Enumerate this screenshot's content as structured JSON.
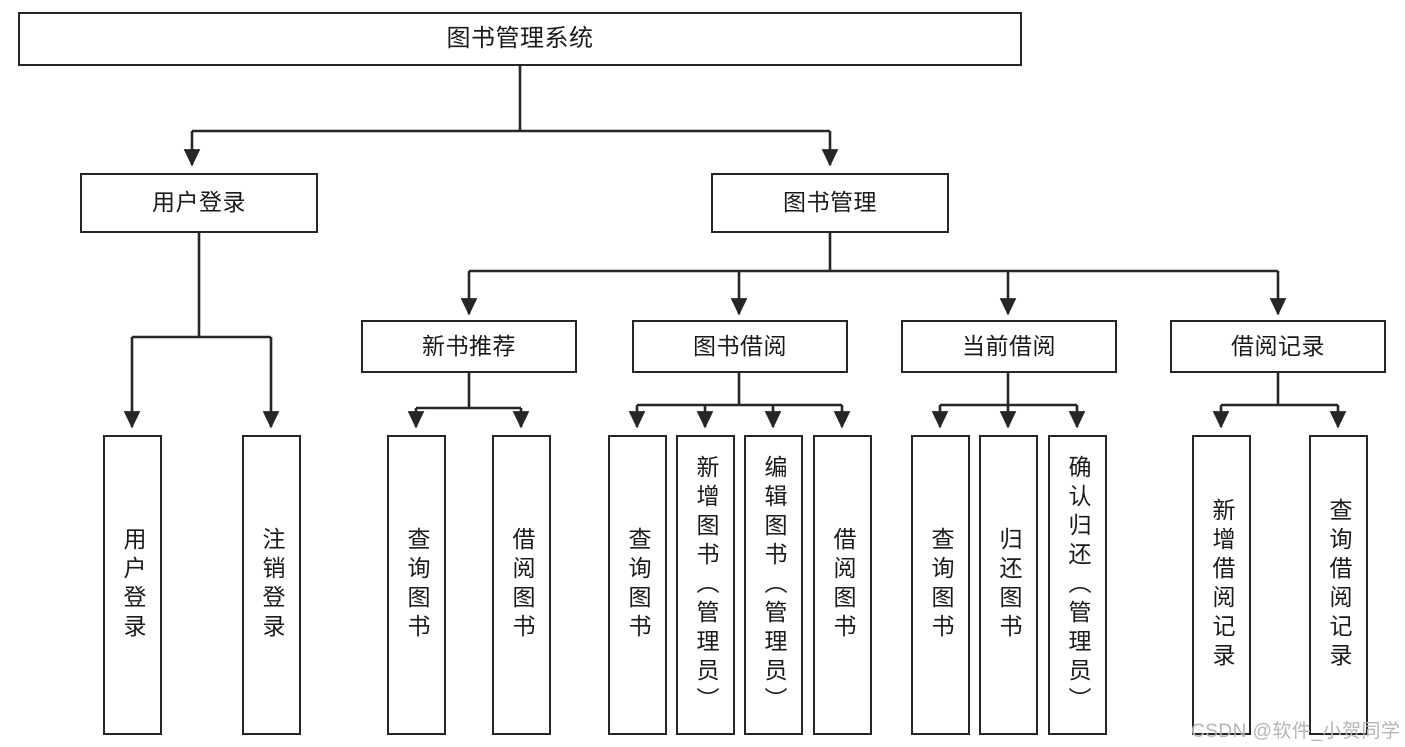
{
  "diagram": {
    "title": "图书管理系统",
    "watermark": "CSDN @软件_小贺同学",
    "colors": {
      "stroke": "#262626",
      "background": "#ffffff",
      "text": "#1a1a1a",
      "watermark": "#b5b5b5"
    },
    "levels": {
      "root": {
        "label": "图书管理系统"
      },
      "level1": [
        {
          "id": "user-login",
          "label": "用户登录"
        },
        {
          "id": "book-management",
          "label": "图书管理"
        }
      ],
      "level2": [
        {
          "id": "new-book-recommend",
          "label": "新书推荐"
        },
        {
          "id": "book-borrow",
          "label": "图书借阅"
        },
        {
          "id": "current-borrow",
          "label": "当前借阅"
        },
        {
          "id": "borrow-record",
          "label": "借阅记录"
        }
      ],
      "leaves": [
        {
          "id": "leaf-user-login",
          "label": "用户登录",
          "parent": "user-login"
        },
        {
          "id": "leaf-logout",
          "label": "注销登录",
          "parent": "user-login"
        },
        {
          "id": "leaf-query-book-1",
          "label": "查询图书",
          "parent": "new-book-recommend"
        },
        {
          "id": "leaf-borrow-book-1",
          "label": "借阅图书",
          "parent": "new-book-recommend"
        },
        {
          "id": "leaf-query-book-2",
          "label": "查询图书",
          "parent": "book-borrow"
        },
        {
          "id": "leaf-add-book",
          "label": "新增图书（管理员）",
          "parent": "book-borrow"
        },
        {
          "id": "leaf-edit-book",
          "label": "编辑图书（管理员）",
          "parent": "book-borrow"
        },
        {
          "id": "leaf-borrow-book-2",
          "label": "借阅图书",
          "parent": "book-borrow"
        },
        {
          "id": "leaf-query-book-3",
          "label": "查询图书",
          "parent": "current-borrow"
        },
        {
          "id": "leaf-return-book",
          "label": "归还图书",
          "parent": "current-borrow"
        },
        {
          "id": "leaf-confirm-return",
          "label": "确认归还（管理员）",
          "parent": "current-borrow"
        },
        {
          "id": "leaf-add-record",
          "label": "新增借阅记录",
          "parent": "borrow-record"
        },
        {
          "id": "leaf-query-record",
          "label": "查询借阅记录",
          "parent": "borrow-record"
        }
      ]
    }
  }
}
